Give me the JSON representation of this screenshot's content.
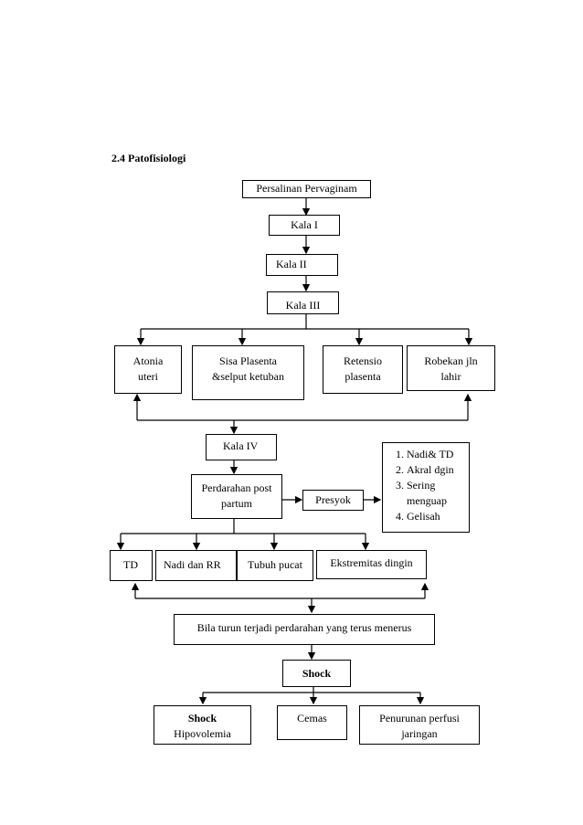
{
  "section_heading": "2.4  Patofisiologi",
  "nodes": {
    "persalinan": "Persalinan Pervaginam",
    "kala1": "Kala I",
    "kala2": "Kala II",
    "kala3": "Kala III",
    "atonia_line1": "Atonia",
    "atonia_line2": "uteri",
    "sisa_line1": "Sisa Plasenta",
    "sisa_line2": "&selput  ketuban",
    "retensio_line1": "Retensio",
    "retensio_line2": "plasenta",
    "robekan_line1": "Robekan jln",
    "robekan_line2": "lahir",
    "kala4": "Kala IV",
    "perdarahan_line1": "Perdarahan post",
    "perdarahan_line2": "partum",
    "presyok": "Presyok",
    "td": "TD",
    "nadi_rr": "Nadi dan RR",
    "tubuh_pucat": "Tubuh pucat",
    "ekstremitas": "Ekstremitas dingin",
    "bila_turun": "Bila turun terjadi perdarahan yang terus menerus",
    "shock": "Shock",
    "shock_hipo_line1": "Shock",
    "shock_hipo_line2": "Hipovolemia",
    "cemas": "Cemas",
    "penurunan_line1": "Penurunan perfusi",
    "penurunan_line2": "jaringan"
  },
  "presyok_signs": [
    "Nadi& TD",
    "Akral dgin",
    "Sering menguap",
    "Gelisah"
  ]
}
